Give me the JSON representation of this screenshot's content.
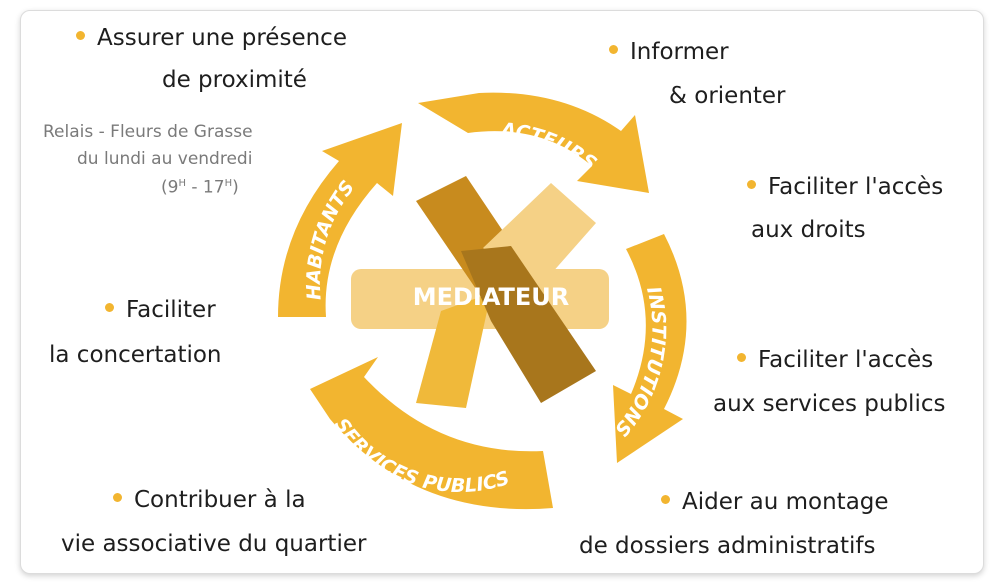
{
  "colors": {
    "accent": "#f2b530",
    "bullet": "#f2b530",
    "hand_light": "#f5d186",
    "hand_mid": "#f0b93a",
    "hand_dark": "#c88b1e",
    "hand_brown": "#a8761c",
    "text": "#1e1e1e",
    "note": "#7a7a7a"
  },
  "center": {
    "label": "MEDIATEUR"
  },
  "arrows": {
    "top": "ACTEURS",
    "right": "INSTITUTIONS",
    "bottom": "SERVICES PUBLICS",
    "left": "HABITANTS"
  },
  "items": {
    "presence": {
      "line1": "Assurer une présence",
      "line2": "de proximité"
    },
    "informer": {
      "line1": "Informer",
      "line2": "& orienter"
    },
    "droits": {
      "line1": "Faciliter l'accès",
      "line2": "aux droits"
    },
    "concertation": {
      "line1": "Faciliter",
      "line2": "la concertation"
    },
    "services": {
      "line1": "Faciliter l'accès",
      "line2": "aux services publics"
    },
    "associative": {
      "line1": "Contribuer à la",
      "line2": "vie associative du quartier"
    },
    "dossiers": {
      "line1": "Aider au montage",
      "line2": "de dossiers administratifs"
    }
  },
  "relais": {
    "line1": "Relais - Fleurs de Grasse",
    "line2": "du lundi au vendredi",
    "hours_open": "(9",
    "hours_open_sup": "H",
    "hours_sep": " - 17",
    "hours_close_sup": "H",
    "hours_close": ")"
  }
}
